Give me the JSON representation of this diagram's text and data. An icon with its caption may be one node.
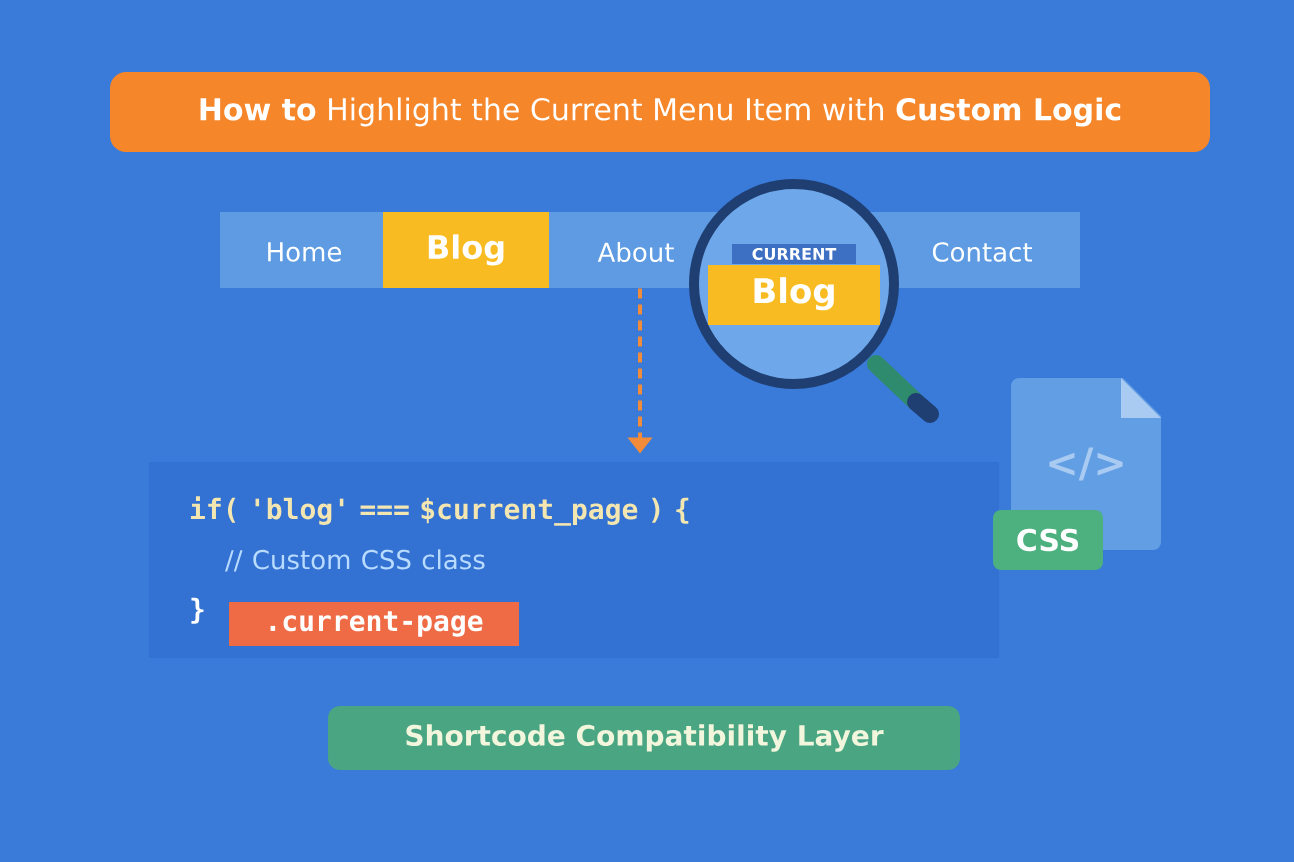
{
  "diagram": {
    "title": "**How to** Highlight the Current Menu Item with **Custom Logic**",
    "nodes": [
      {
        "text": [
          "Shortcode Compatibility Layer"
        ]
      },
      {
        "text": [],
        "shape": "bar"
      },
      {
        "text": [
          "Home"
        ],
        "in": 1
      },
      {
        "text": [
          "Blog"
        ],
        "in": 1
      },
      {
        "text": [
          "About"
        ],
        "in": 1
      },
      {
        "text": [
          "Contact"
        ],
        "in": 1
      },
      {
        "text": [
          "CURRENT",
          "Blog"
        ]
      },
      {
        "text": [
          "if( 'blog' === $current_page ) {",
          "// Custom CSS class",
          "}"
        ]
      },
      {
        "text": [
          ".current-page"
        ],
        "in": 7
      },
      {
        "text": [
          "</>"
        ]
      },
      {
        "text": [
          "CSS"
        ]
      }
    ],
    "edges": [
      {
        "from": 1,
        "to": 7,
        "arrow": "to",
        "style": "dashed"
      }
    ]
  }
}
